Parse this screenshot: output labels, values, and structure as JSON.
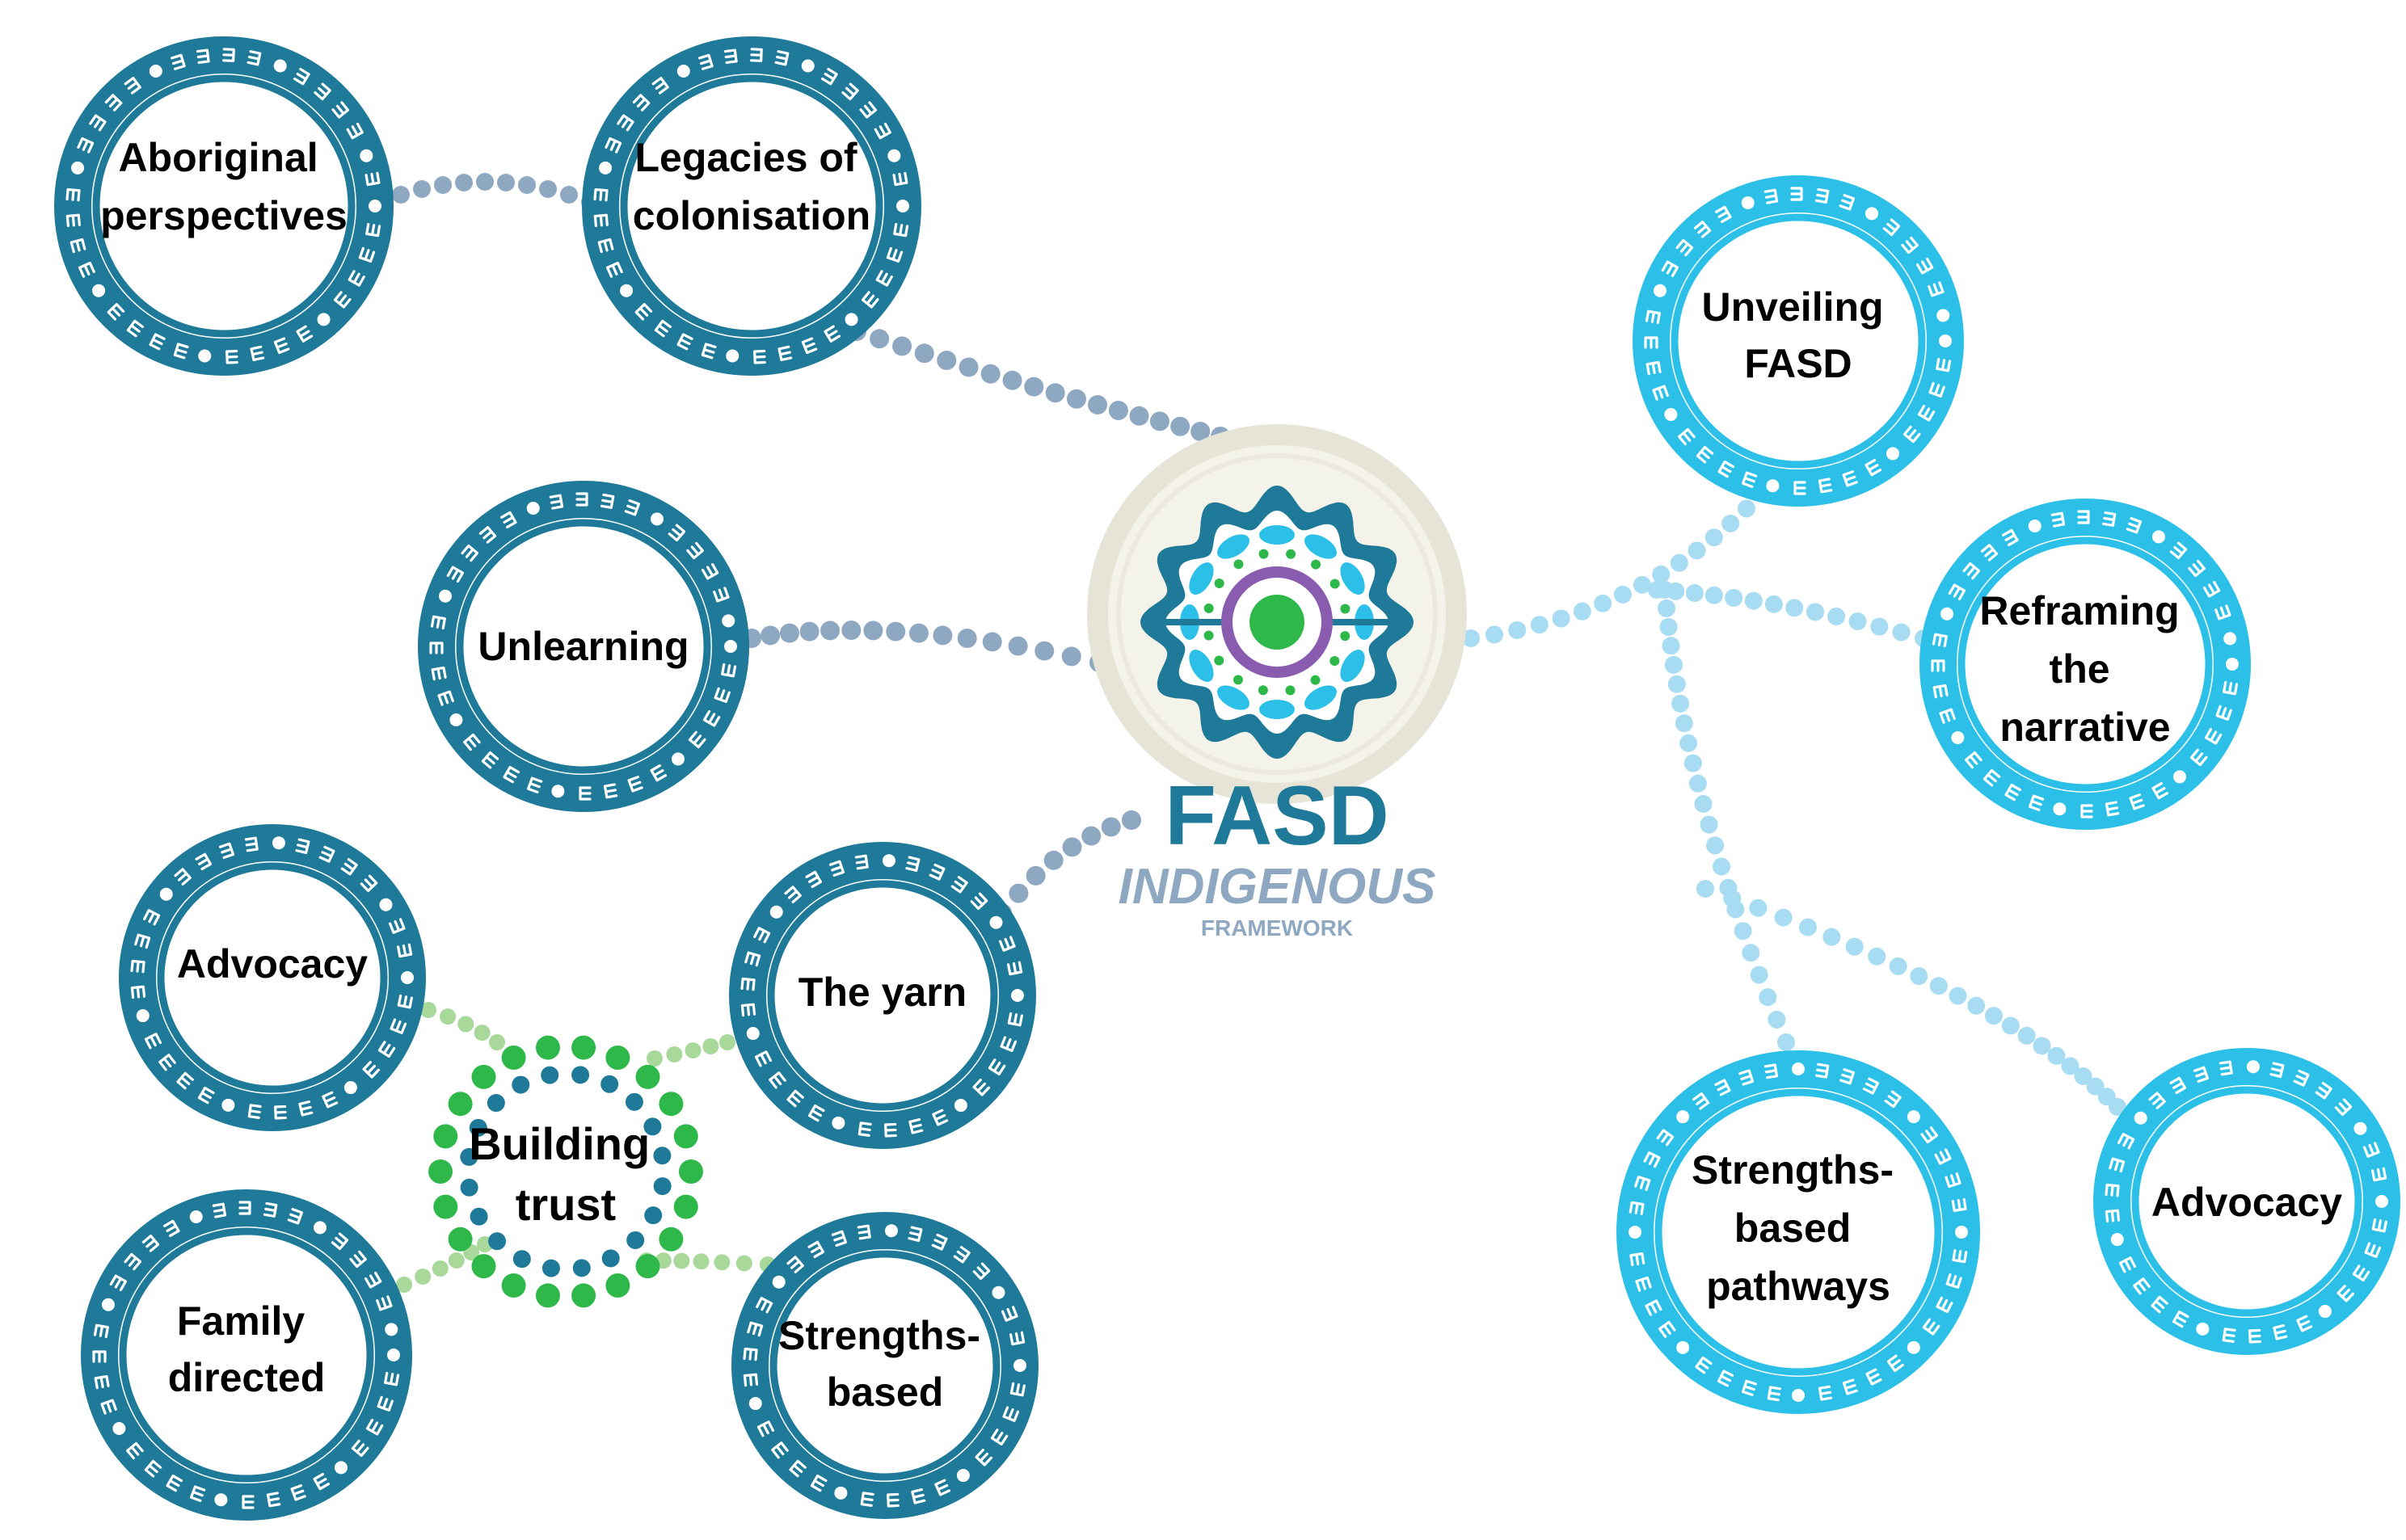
{
  "colors": {
    "dark_teal": "#1f7a99",
    "light_blue": "#2cc0e8",
    "green": "#2eb84a",
    "light_green": "#a8d99a",
    "grey_blue": "#8fa8c2",
    "pale_blue": "#a8dcf2",
    "purple": "#8a5cb0",
    "cream": "#e6e4d6"
  },
  "logo": {
    "title": "FASD",
    "subtitle": "INDIGENOUS",
    "caption": "FRAMEWORK"
  },
  "nodes": {
    "aboriginal_perspectives": {
      "lines": [
        "Aboriginal",
        "perspectives"
      ]
    },
    "legacies_of_colonisation": {
      "lines": [
        "Legacies of",
        "colonisation"
      ]
    },
    "unlearning": {
      "lines": [
        "Unlearning"
      ]
    },
    "advocacy_left": {
      "lines": [
        "Advocacy"
      ]
    },
    "the_yarn": {
      "lines": [
        "The yarn"
      ]
    },
    "building_trust": {
      "lines": [
        "Building",
        "trust"
      ]
    },
    "family_directed": {
      "lines": [
        "Family",
        "directed"
      ]
    },
    "strengths_based": {
      "lines": [
        "Strengths-",
        "based"
      ]
    },
    "unveiling_fasd": {
      "lines": [
        "Unveiling",
        "FASD"
      ]
    },
    "reframing_the_narrative": {
      "lines": [
        "Reframing",
        "the",
        "narrative"
      ]
    },
    "strengths_based_pathways": {
      "lines": [
        "Strengths-",
        "based",
        "pathways"
      ]
    },
    "advocacy_right": {
      "lines": [
        "Advocacy"
      ]
    }
  }
}
